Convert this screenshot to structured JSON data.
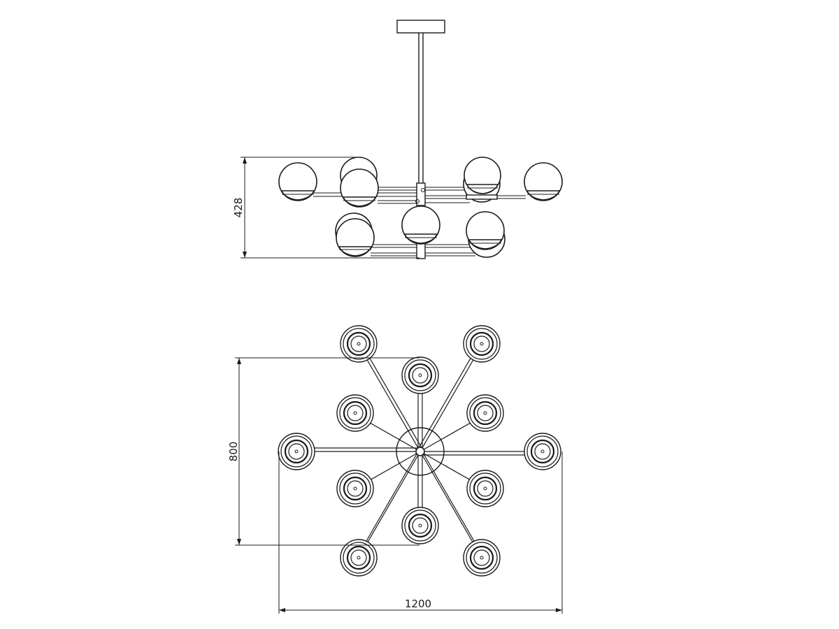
{
  "dimensions": {
    "height": "428",
    "depth": "800",
    "width": "1200"
  }
}
